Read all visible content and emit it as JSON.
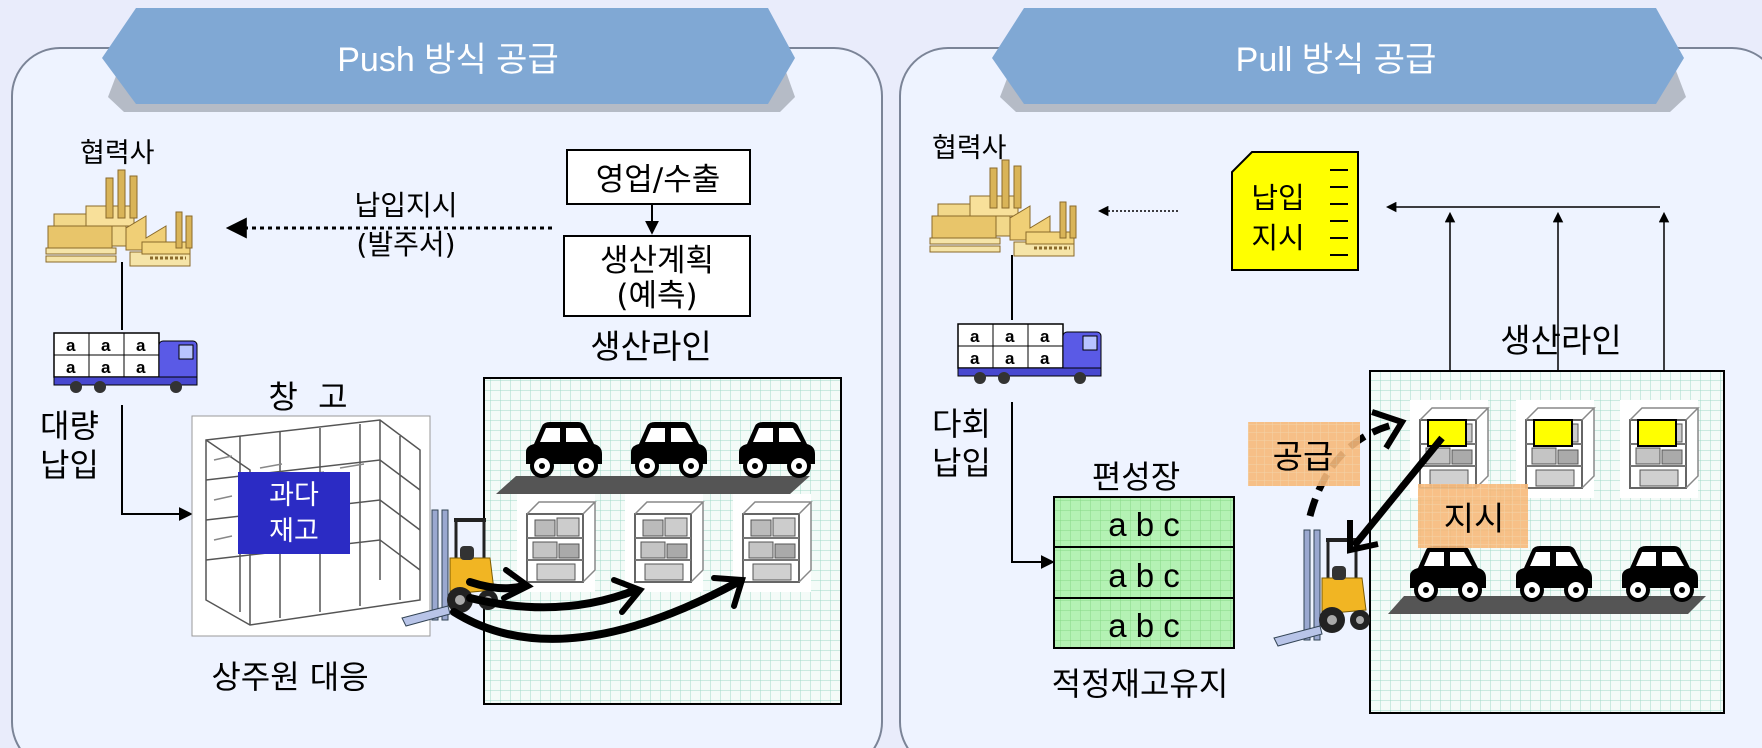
{
  "push": {
    "title": "Push 방식 공급",
    "partner": "협력사",
    "order_line1": "납입지시",
    "order_line2": "(발주서)",
    "sales": "영업/수출",
    "plan_line1": "생산계획",
    "plan_line2": "(예측)",
    "line": "생산라인",
    "warehouse": "창  고",
    "excess_line1": "과다",
    "excess_line2": "재고",
    "bulk_line1": "대량",
    "bulk_line2": "납입",
    "resident": "상주원 대응",
    "crate_letter": "a"
  },
  "pull": {
    "title": "Pull 방식 공급",
    "partner": "협력사",
    "kanban_line1": "납입",
    "kanban_line2": "지시",
    "line": "생산라인",
    "multi_line1": "다회",
    "multi_line2": "납입",
    "staging": "편성장",
    "rows": [
      "a b c",
      "a b c",
      "a b c"
    ],
    "supply": "공급",
    "instruct": "지시",
    "optimal": "적정재고유지",
    "crate_letter": "a"
  },
  "colors": {
    "banner": "#80a8d4",
    "panel": "#eef3ff",
    "truck": "#5a5ae6",
    "kanban": "#ffff00",
    "excess": "#2b2bc4",
    "staging": "#a9f0a9",
    "tag": "#f7b97a"
  }
}
